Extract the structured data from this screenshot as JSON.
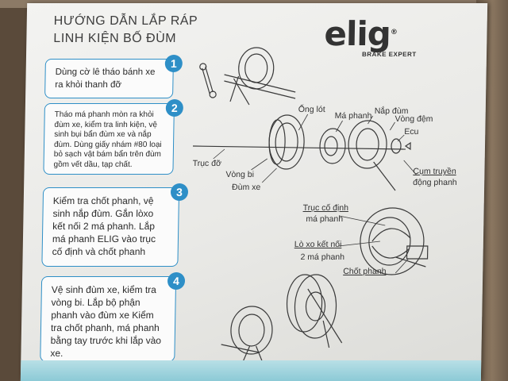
{
  "title": {
    "line1": "HƯỚNG DẪN LẮP RÁP",
    "line2": "LINH KIỆN BỐ ĐÙM"
  },
  "logo": {
    "brand": "elig",
    "registered": "®",
    "tagline": "BRAKE EXPERT"
  },
  "steps": [
    {
      "number": "1",
      "text": "Dùng cờ lê tháo bánh xe ra khỏi thanh đỡ"
    },
    {
      "number": "2",
      "text": "Tháo má phanh mòn ra khỏi đùm xe, kiểm tra linh kiện, vệ sinh bụi bẩn đùm xe và nắp đùm. Dùng giấy nhám #80 loại bỏ sạch vật bám bẩn trên đùm gồm vết dầu, tạp chất."
    },
    {
      "number": "3",
      "text": "Kiểm tra chốt phanh, vệ sinh nắp đùm. Gắn lòxo kết nối 2 má phanh. Lắp má phanh ELIG vào trục cố định và chốt phanh"
    },
    {
      "number": "4",
      "text": "Vệ sinh đùm xe, kiểm tra vòng bi. Lắp bộ phận phanh vào đùm xe Kiểm tra chốt phanh, má phanh bằng tay trước khi lắp vào xe."
    }
  ],
  "labels": {
    "ong_lot": "Ống lót",
    "ma_phanh": "Má phanh",
    "nap_dum": "Nắp đùm",
    "vong_dem": "Vòng đệm",
    "ecu": "Ecu",
    "truc_do": "Trục đỡ",
    "vong_bi": "Vòng bi",
    "dum_xe": "Đùm xe",
    "cum_truyen_1": "Cụm truyền",
    "cum_truyen_2": "động phanh",
    "truc_co_dinh_1": "Trục cố định",
    "truc_co_dinh_2": "má phanh",
    "lo_xo_1": "Lò xo kết nối",
    "lo_xo_2": "2 má phanh",
    "chot_phanh": "Chốt phanh"
  },
  "colors": {
    "accent": "#2e8fc7",
    "band": "#8ccad6"
  }
}
